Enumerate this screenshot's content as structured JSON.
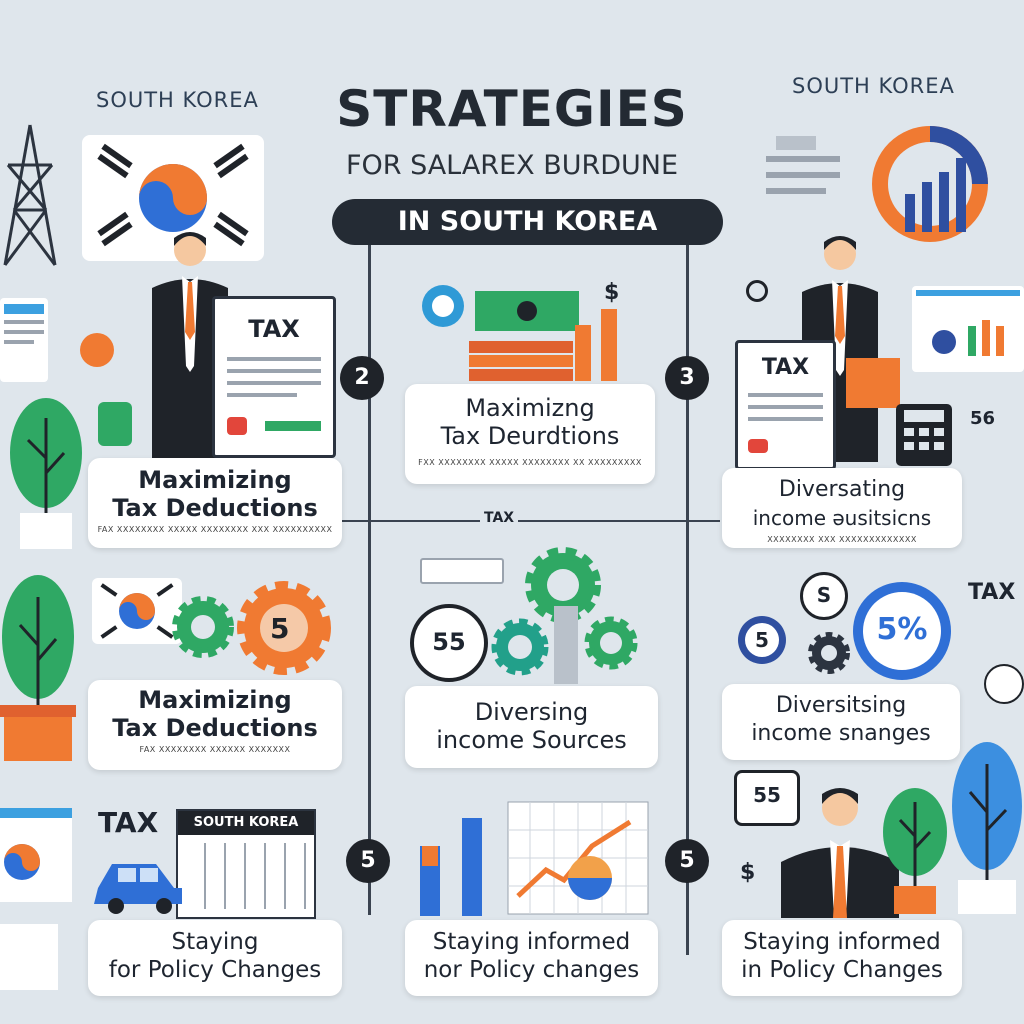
{
  "header": {
    "country_left": "SOUTH KOREA",
    "country_right": "SOUTH KOREA",
    "title": "STRATEGIES",
    "subtitle": "FOR SALAREX BURDUNE",
    "pill": "IN SOUTH KOREA"
  },
  "badges": [
    "2",
    "3",
    "5",
    "5"
  ],
  "cards": {
    "left_1": {
      "line1": "Maximizing",
      "line2": "Tax Deductions",
      "small": "FAX XXXXXXXX XXXXX XXXXXXXX XXX XXXXXXXXXX"
    },
    "center_1": {
      "line1": "Maximizng",
      "line2": "Tax Deurdtions",
      "small": "FXX XXXXXXXX XXXXX XXXXXXXX XX XXXXXXXXX"
    },
    "right_1": {
      "line1": "Diversating",
      "line2": "income əusitsicns",
      "small": "XXXXXXXX XXX XXXXXXXXXXXXX"
    },
    "left_2": {
      "line1": "Maximizing",
      "line2": "Tax Deductions",
      "small": "FAX XXXXXXXX XXXXXX XXXXXXX"
    },
    "center_2": {
      "line1": "Diversing",
      "line2": "income Sources"
    },
    "right_2": {
      "line1": "Diversitsing",
      "line2": "income snanges"
    },
    "left_3": {
      "line1": "Staying",
      "line2": "for Policy Changes"
    },
    "center_3": {
      "line1": "Staying informed",
      "line2": "nor Policy changes"
    },
    "right_3": {
      "line1": "Staying informed",
      "line2": "in Policy Changes"
    }
  },
  "labels": {
    "tax_doc_left": "TAX",
    "tax_doc_right": "TAX",
    "tax_bottom_left": "TAX",
    "tax_right_edge": "TAX",
    "south_korea_tag": "SOUTH KOREA",
    "center_line_label": "TAX",
    "percent_right": "5%",
    "pct_56": "56",
    "coin_s": "$",
    "gear_5": "5",
    "coin_55": "55",
    "coin_s2": "S",
    "coin_5": "5",
    "bubble_55": "55",
    "dollar": "$"
  },
  "colors": {
    "background": "#dfe6ec",
    "dark": "#242b34",
    "orange": "#f07a32",
    "green": "#2fa864",
    "blue": "#2f6fd6",
    "red": "#e2463b"
  }
}
